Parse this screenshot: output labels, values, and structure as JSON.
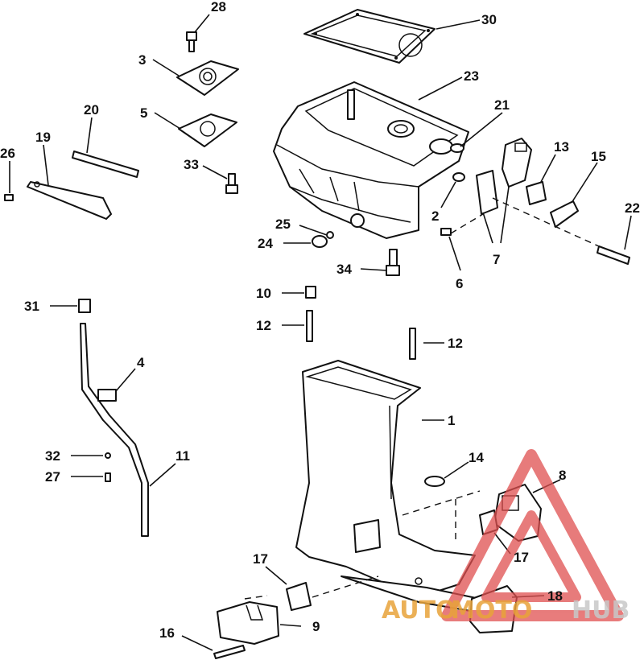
{
  "callouts": {
    "c1": "1",
    "c2": "2",
    "c3": "3",
    "c4": "4",
    "c5": "5",
    "c6": "6",
    "c7": "7",
    "c8": "8",
    "c9": "9",
    "c10": "10",
    "c11": "11",
    "c12a": "12",
    "c12b": "12",
    "c13": "13",
    "c14": "14",
    "c15": "15",
    "c16": "16",
    "c17a": "17",
    "c17b": "17",
    "c18": "18",
    "c19": "19",
    "c20": "20",
    "c21": "21",
    "c22": "22",
    "c23": "23",
    "c24": "24",
    "c25": "25",
    "c26": "26",
    "c27": "27",
    "c28": "28",
    "c30": "30",
    "c31": "31",
    "c32": "32",
    "c33": "33",
    "c34": "34"
  },
  "watermark": {
    "part1": "AUTO",
    "part2": "MOTO",
    "part3": "HUB",
    "color_primary": "#e8a33a",
    "color_secondary": "#c8c8c8",
    "triangle_color": "#e05050"
  }
}
